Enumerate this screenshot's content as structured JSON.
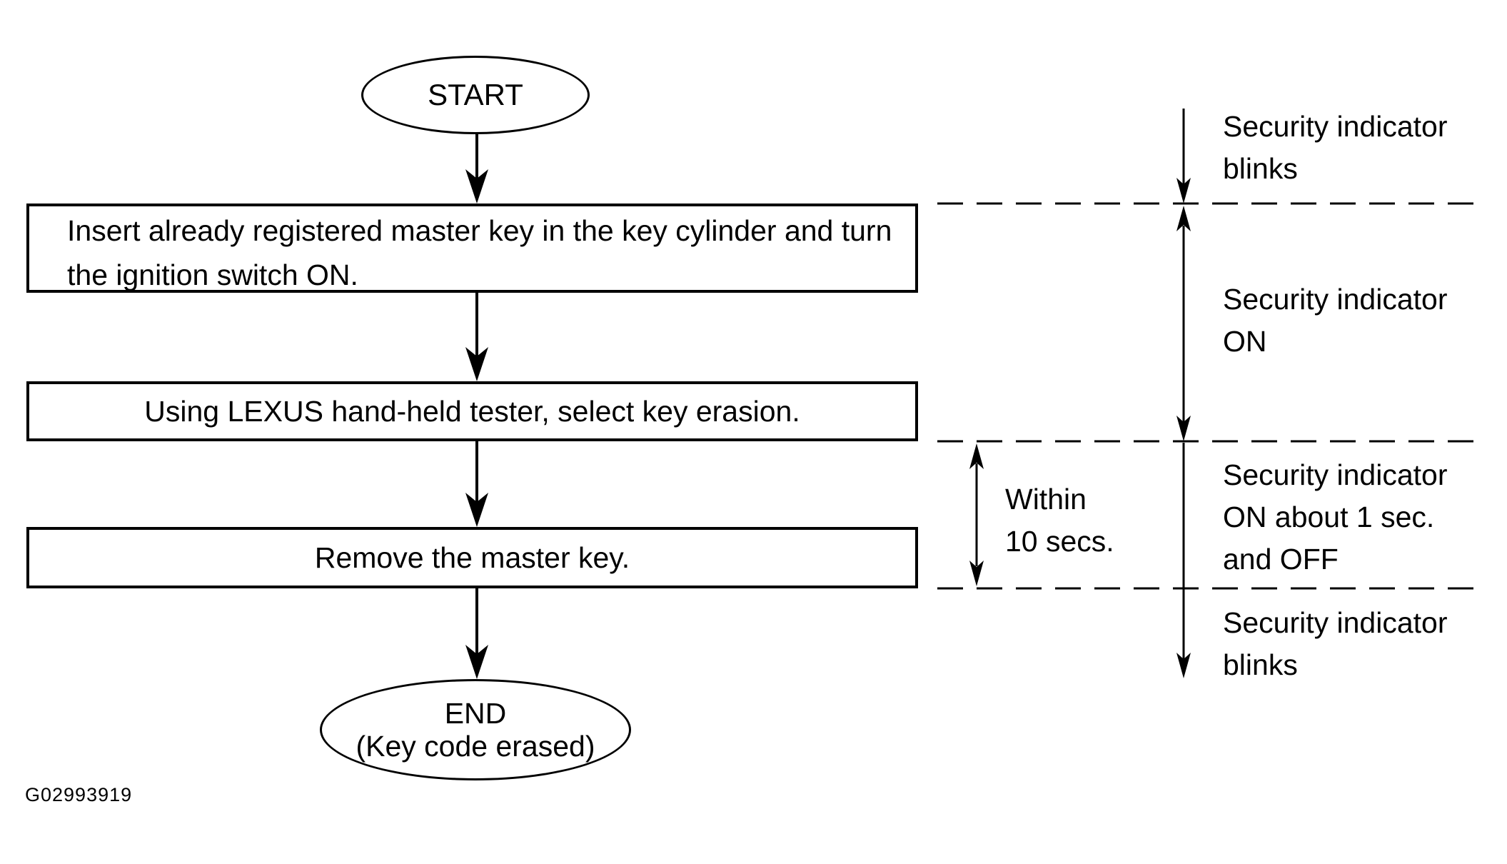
{
  "page": {
    "background_color": "#ffffff",
    "line_color": "#000000"
  },
  "flowchart": {
    "start": {
      "label": "START"
    },
    "steps": [
      {
        "id": "step-1",
        "text": "Insert already registered master key in the key cylinder and turn the ignition switch ON."
      },
      {
        "id": "step-2",
        "text": "Using LEXUS hand-held tester, select key erasion."
      },
      {
        "id": "step-3",
        "text": "Remove the master key."
      }
    ],
    "end": {
      "label": "END",
      "sublabel": "(Key code erased)"
    }
  },
  "annotations": {
    "timing": {
      "line1": "Within",
      "line2": "10 secs."
    },
    "indicator_states": [
      {
        "text": "Security indicator blinks"
      },
      {
        "text": "Security indicator ON"
      },
      {
        "text": "Security indicator ON about 1 sec. and OFF"
      },
      {
        "text": "Security indicator blinks"
      }
    ]
  },
  "footer": {
    "figure_code": "G02993919"
  }
}
